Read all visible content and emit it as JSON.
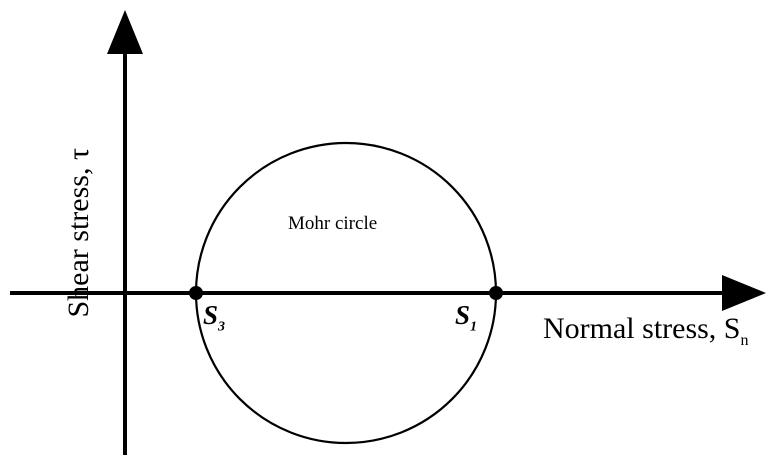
{
  "diagram": {
    "y_axis_label": "Shear stress, τ",
    "x_axis_label_main": "Normal stress, S",
    "x_axis_label_sub": "n",
    "circle_label": "Mohr circle",
    "points": [
      {
        "name": "S",
        "sub": "3"
      },
      {
        "name": "S",
        "sub": "1"
      }
    ],
    "stroke_color": "#000000"
  }
}
